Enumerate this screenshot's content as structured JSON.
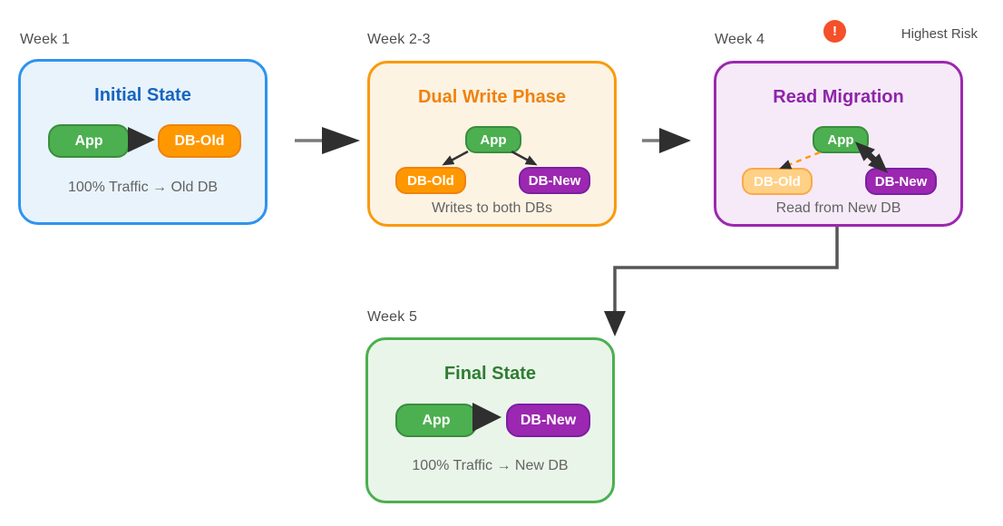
{
  "panels": [
    {
      "week": "Week 1",
      "title": "Initial State",
      "caption": "100% Traffic → Old DB",
      "nodes": {
        "app": "App",
        "db_old": "DB-Old"
      }
    },
    {
      "week": "Week 2-3",
      "title": "Dual Write Phase",
      "caption": "Writes to both DBs",
      "nodes": {
        "app": "App",
        "db_old": "DB-Old",
        "db_new": "DB-New"
      }
    },
    {
      "week": "Week 4",
      "title": "Read Migration",
      "caption": "Read from New DB",
      "nodes": {
        "app": "App",
        "db_old": "DB-Old",
        "db_new": "DB-New"
      }
    },
    {
      "week": "Week 5",
      "title": "Final State",
      "caption": "100% Traffic → New DB",
      "nodes": {
        "app": "App",
        "db_new": "DB-New"
      }
    }
  ],
  "risk_badge": {
    "symbol": "!",
    "label": "Highest Risk"
  },
  "colors": {
    "panel_blue_border": "#2e93ee",
    "panel_blue_fill": "#e9f3fb",
    "panel_blue_title": "#1565c0",
    "panel_orange_border": "#f99a0d",
    "panel_orange_fill": "#fdf3e3",
    "panel_orange_title": "#ef820d",
    "panel_purple_border": "#9c27b0",
    "panel_purple_fill": "#f6eaf8",
    "panel_purple_title": "#8e24aa",
    "panel_green_border": "#4caf50",
    "panel_green_fill": "#eaf5ea",
    "panel_green_title": "#2e7d32",
    "node_app": "#4caf50",
    "node_db_old": "#ff9800",
    "node_db_old_faded": "#ffd186",
    "node_db_new": "#9c27b0",
    "risk_red": "#f4502a",
    "arrow_dark": "#2f2f2f",
    "text_gray": "#636363"
  }
}
